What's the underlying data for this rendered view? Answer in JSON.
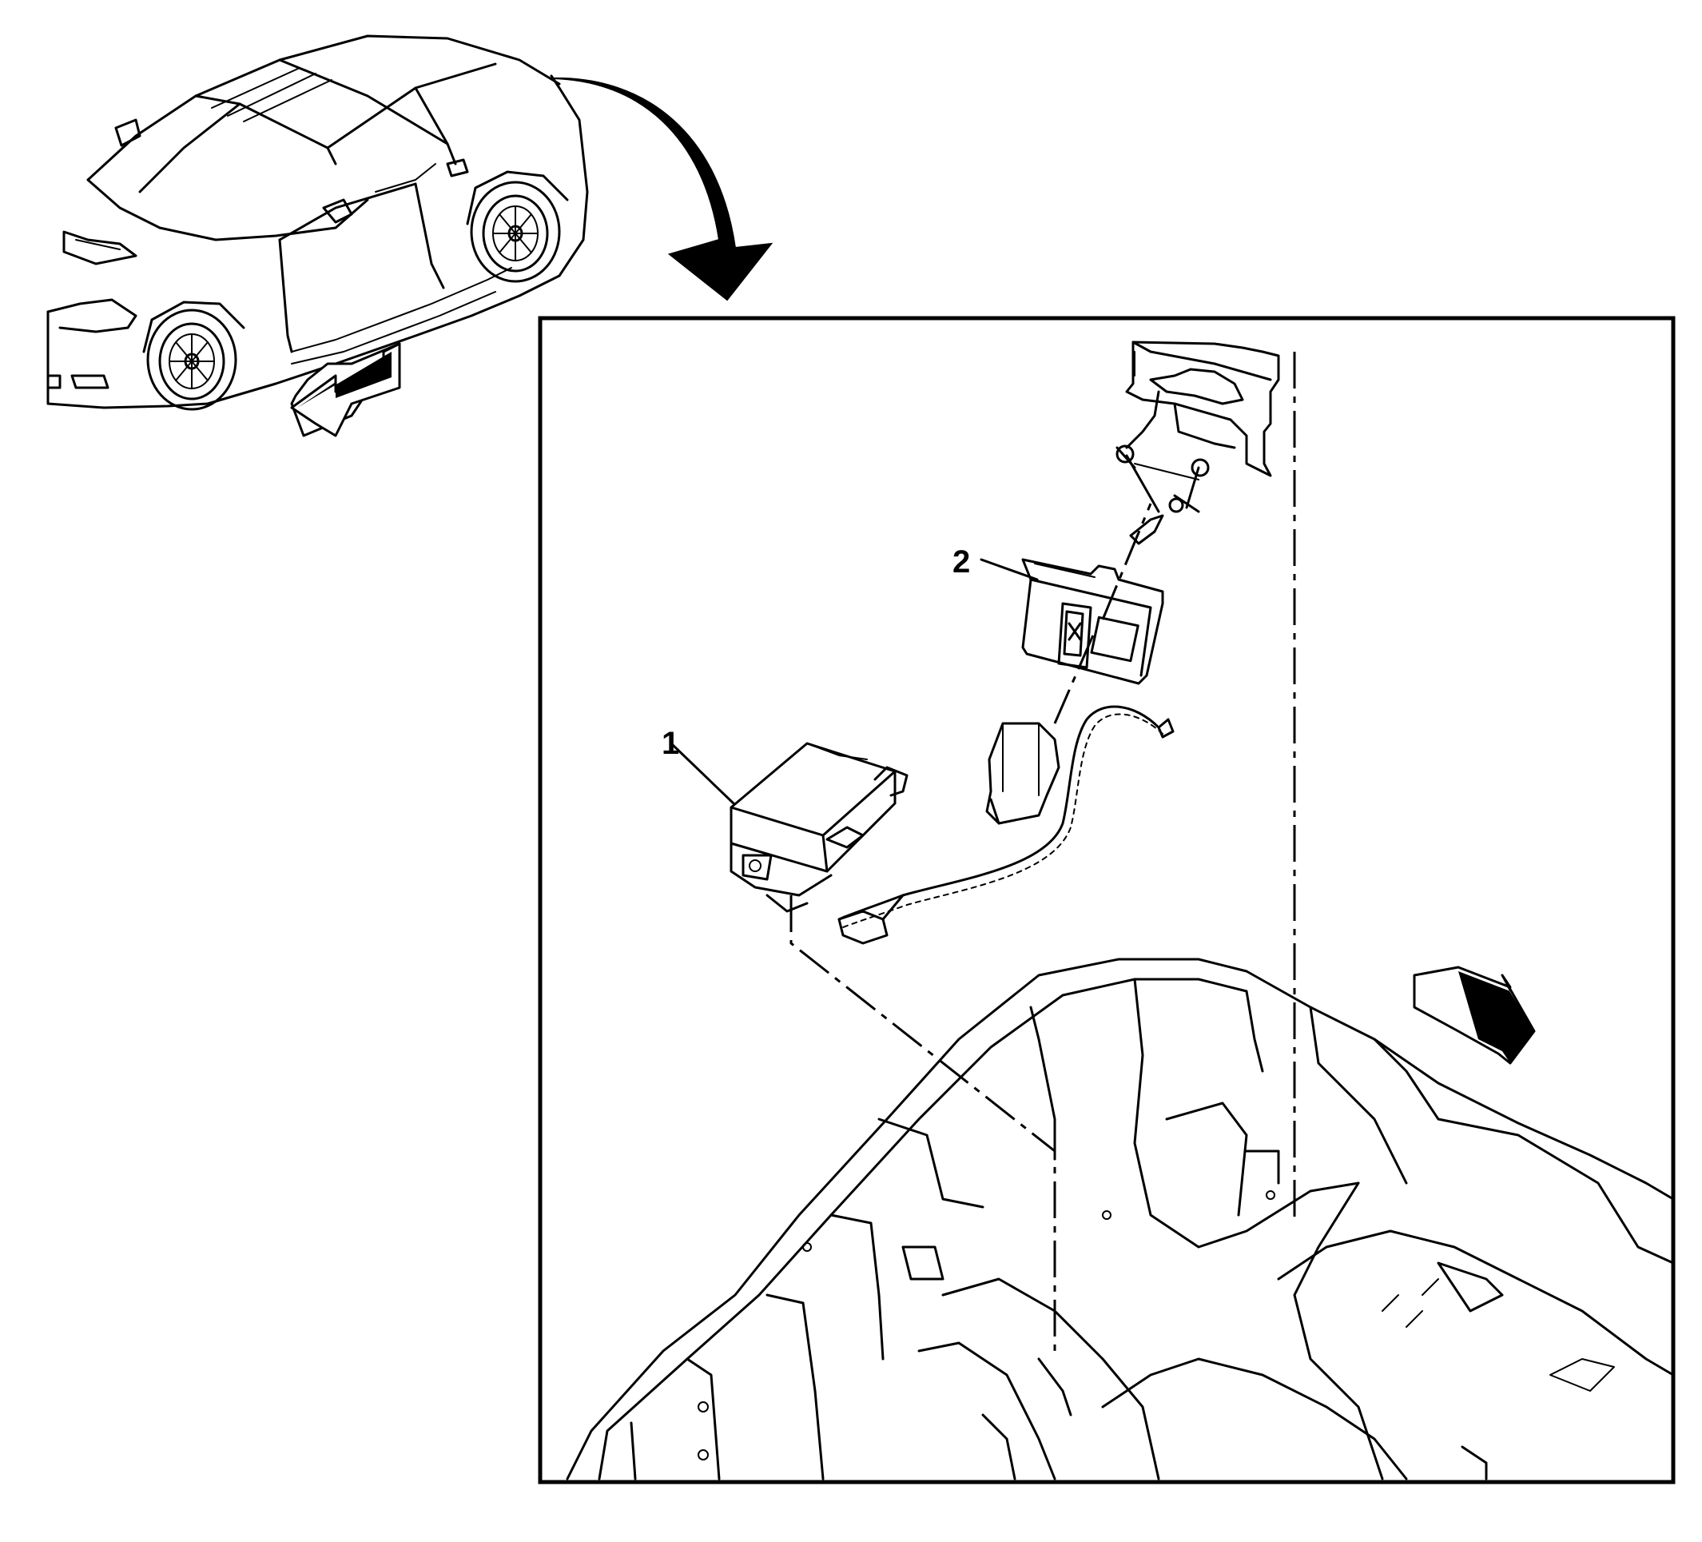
{
  "callouts": [
    {
      "id": "1",
      "label": "1"
    },
    {
      "id": "2",
      "label": "2"
    }
  ],
  "icons": [
    "vehicle-overview-icon",
    "location-arrow-icon",
    "front-direction-arrow-icon",
    "front-direction-arrow-icon"
  ],
  "colors": {
    "line": "#000000",
    "background": "#ffffff"
  }
}
